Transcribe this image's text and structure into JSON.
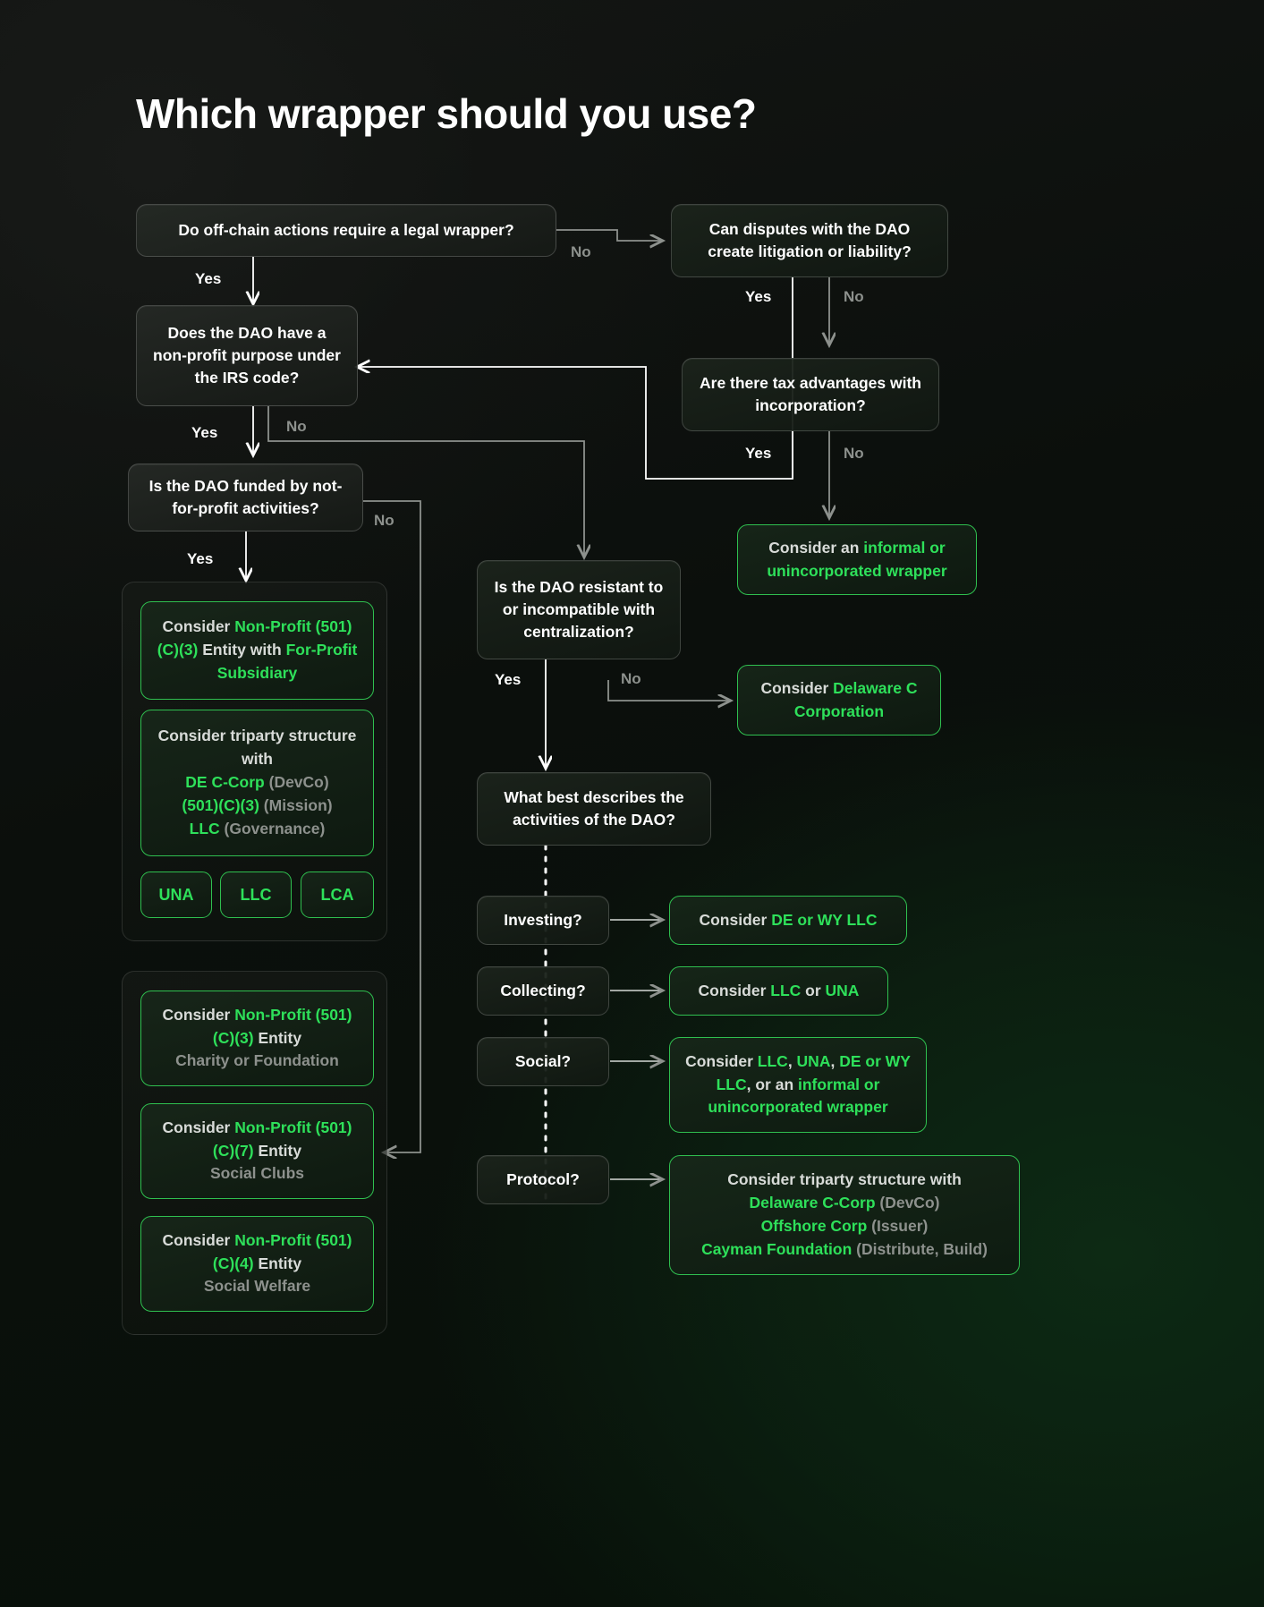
{
  "title": "Which wrapper should you use?",
  "questions": {
    "q1": "Do off-chain actions require a legal wrapper?",
    "q2": "Can disputes with the DAO create litigation or liability?",
    "q3": "Does the DAO have a non-profit purpose under the IRS code?",
    "q4": "Are there tax advantages with incorporation?",
    "q5": "Is the DAO funded by not-for-profit activities?",
    "q6": "Is the DAO resistant to or incompatible with centralization?",
    "q7": "What best describes the activities of the DAO?"
  },
  "edge_labels": {
    "yes": "Yes",
    "no": "No"
  },
  "activities": {
    "investing": "Investing?",
    "collecting": "Collecting?",
    "social": "Social?",
    "protocol": "Protocol?"
  },
  "results": {
    "informal": {
      "lead": "Consider an ",
      "green": "informal or unincorporated wrapper"
    },
    "delaware_c": {
      "lead": "Consider ",
      "green": "Delaware C Corporation"
    },
    "nonprofit_subsidiary": {
      "p1_lead": "Consider ",
      "p1_green": "Non-Profit (501)(C)(3)",
      "p2_lead": " Entity with ",
      "p2_green": "For-Profit Subsidiary"
    },
    "triparty_left": {
      "lead": "Consider triparty structure with",
      "rows": [
        {
          "green": "DE C-Corp",
          "dim": " (DevCo)"
        },
        {
          "green": "(501)(C)(3)",
          "dim": " (Mission)"
        },
        {
          "green": "LLC",
          "dim": " (Governance)"
        }
      ]
    },
    "chips": [
      "UNA",
      "LLC",
      "LCA"
    ],
    "nonprofit_c3": {
      "lead": "Consider ",
      "green": "Non-Profit (501)(C)(3)",
      "tail": " Entity",
      "sub": "Charity or Foundation"
    },
    "nonprofit_c7": {
      "lead": "Consider ",
      "green": "Non-Profit (501)(C)(7)",
      "tail": " Entity",
      "sub": "Social Clubs"
    },
    "nonprofit_c4": {
      "lead": "Consider ",
      "green": "Non-Profit (501)(C)(4)",
      "tail": " Entity",
      "sub": "Social Welfare"
    },
    "investing_result": {
      "lead": "Consider ",
      "green": "DE or WY LLC"
    },
    "collecting_result": {
      "lead": "Consider ",
      "g1": "LLC",
      "mid": " or ",
      "g2": "UNA"
    },
    "social_result": {
      "lead": "Consider ",
      "g1": "LLC",
      "s1": ", ",
      "g2": "UNA",
      "s2": ", ",
      "g3": "DE or WY LLC",
      "s3": ", or an ",
      "g4": "informal or unincorporated wrapper"
    },
    "protocol_result": {
      "lead": "Consider triparty structure with",
      "rows": [
        {
          "green": "Delaware C-Corp",
          "dim": " (DevCo)"
        },
        {
          "green": "Offshore Corp",
          "dim": " (Issuer)"
        },
        {
          "green": "Cayman Foundation",
          "dim": " (Distribute, Build)"
        }
      ]
    }
  },
  "colors": {
    "green": "#2ee05a",
    "green_border": "#2fbf4f",
    "white": "#ffffff",
    "dim": "#8d918d",
    "background": "#0b0d0b"
  }
}
